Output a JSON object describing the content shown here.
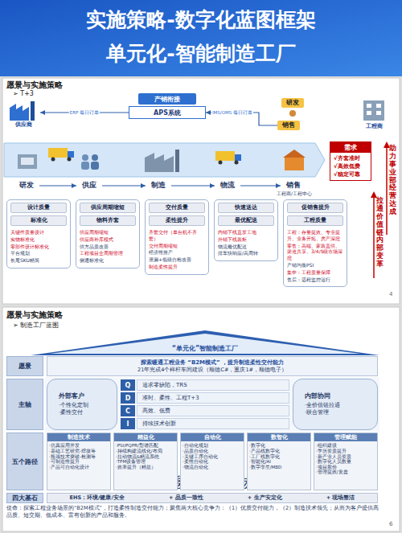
{
  "diagram": {
    "title": "实施策略-数字化蓝图框架",
    "nodes": [
      {
        "text": [
          "供应商"
        ]
      },
      {
        "text": [
          "产销衔接"
        ]
      },
      {
        "text": [
          "APS系统"
        ]
      },
      {
        "text": [
          "研发"
        ]
      },
      {
        "text": [
          "销售"
        ]
      },
      {
        "text": [
          "工程商"
        ]
      },
      {
        "text": [
          "需求",
          "√齐套准时",
          "√高效低费",
          "√稳定可靠"
        ]
      },
      {
        "text": [
          "研发"
        ]
      },
      {
        "text": [
          "供应"
        ]
      },
      {
        "text": [
          "制造"
        ]
      },
      {
        "text": [
          "物流"
        ]
      },
      {
        "text": [
          "销售"
        ]
      },
      {
        "text": [
          "关键件质量设计",
          "实物标准化",
          "零部件设计标准化",
          "平台规划",
          "长尾SKU精简"
        ]
      },
      {
        "text": [
          "设计质量"
        ],
        "in": 12
      },
      {
        "text": [
          "标准化"
        ],
        "in": 12
      },
      {
        "text": [
          "供应周期缩短",
          "供应商补库模式",
          "供方品质改善",
          "工程项目全周期管理",
          "侧通标准化"
        ]
      },
      {
        "text": [
          "供应周期缩短"
        ],
        "in": 15
      },
      {
        "text": [
          "物料齐套"
        ],
        "in": 15
      },
      {
        "text": [
          "齐套交付（单台机不齐套）",
          "交付周期缩短",
          "经济性推产",
          "泄漏+低级自检改善",
          "制造柔性提升"
        ]
      },
      {
        "text": [
          "交付质量"
        ],
        "in": 18
      },
      {
        "text": [
          "柔性提升"
        ],
        "in": 18
      },
      {
        "text": [
          "内销下线直发工地",
          "外销下线装柜",
          "物流最优配送",
          "排车快响应/高周转"
        ]
      },
      {
        "text": [
          "快速送达"
        ],
        "in": 21
      },
      {
        "text": [
          "最优配送"
        ],
        "in": 21
      },
      {
        "text": [
          "工程：存量提效、专业提升、业务开拓、房产深挖",
          "零售：高端、家装直供、渠道共享、3/4/5级市场深挖",
          "产销均衡PSI",
          "集中：工程质量保障",
          "售后：远程监控运行"
        ]
      },
      {
        "text": [
          "促销售提升"
        ],
        "in": 24
      },
      {
        "text": [
          "工程质量"
        ],
        "in": 24
      },
      {
        "text": [
          "“单元化”智能制造工厂"
        ]
      },
      {
        "text": [
          "愿景"
        ]
      },
      {
        "text": [
          "探索暖通工程业务 “B2M模式” ，提升制造柔性交付能力",
          "21年完成4个样杆车间建设（顺德C#，重庆1#，顺德电子）"
        ]
      },
      {
        "text": [
          "主轴"
        ]
      },
      {
        "text": [
          "外部客户",
          "·个性化定制",
          "·柔性交付"
        ]
      },
      {
        "text": [
          "Q"
        ]
      },
      {
        "text": [
          "追求零缺陷，TRS"
        ]
      },
      {
        "text": [
          "D"
        ]
      },
      {
        "text": [
          "准时、柔性、工程T+3"
        ]
      },
      {
        "text": [
          "C"
        ]
      },
      {
        "text": [
          "高效、低费"
        ]
      },
      {
        "text": [
          "I"
        ]
      },
      {
        "text": [
          "持续技术创新"
        ]
      },
      {
        "text": [
          "内部协同",
          "·全价值链拉通",
          "·联合管理"
        ]
      },
      {
        "text": [
          "五个路径"
        ]
      },
      {
        "text": [
          "制造技术",
          "·仿真应用开发",
          "·基础工艺研究-焊接等",
          "·瓶颈技术突破-检测等",
          "·可制造性提升",
          "·产品可自动化设计"
        ]
      },
      {
        "text": [
          "精益化",
          "·PSI/PQPR/型谱匹配",
          "·持续构建流线化/布局",
          "·拉动物流&精流系统",
          "·TPM设备管理",
          "·效率提升（精益）"
        ]
      },
      {
        "text": [
          "自动化",
          "·自动化规划",
          "·品质自动化",
          "·关键工序自动化",
          "·柔性自动化",
          "·物流自动化"
        ]
      },
      {
        "text": [
          "数智化",
          "·数字化",
          "·产品线数字化",
          "·工厂线数字化",
          "·智能化/AI",
          "·数字孪生/MBD"
        ]
      },
      {
        "text": [
          "管理赋能",
          "·组织建设",
          "·学历资质提升",
          "·新产业人员资质",
          "·数字化人员数量",
          "·项目股份",
          "·管理提效/复盘"
        ]
      },
      {
        "text": [
          "四大基石"
        ]
      },
      {
        "text": [
          "EHS：环境/健康/安全",
          "+ 品质一致性",
          "+ 生产安定化",
          "+ 现场整洁"
        ]
      }
    ],
    "edges": [
      {
        "from": 2,
        "to": 0,
        "label": "ERP 每日订单",
        "arrow": "to"
      },
      {
        "from": 4,
        "to": 2,
        "label": "IMS/OMS 每日订单",
        "arrow": "to"
      },
      {
        "from": 7,
        "to": 8,
        "arrow": "to"
      },
      {
        "from": 8,
        "to": 9,
        "arrow": "to"
      },
      {
        "from": 9,
        "to": 10,
        "arrow": "to"
      },
      {
        "from": 10,
        "to": 11,
        "arrow": "to"
      }
    ],
    "labels": [
      "单元化-智能制造工厂",
      "愿景与实施策略",
      "➢ T+3",
      "拉通价值链内部变革",
      "助力事业部经营达成",
      "工程商/工程中心",
      "4",
      "愿景与实施策略",
      "➢ 制造工厂蓝图",
      "JXM(联合管理) 等六项专题",
      "使命：探索工程业务场景的“B2M模式”，打造柔性制造交付能力；聚焦两大核心竞争力：（1）优质交付能力，（2）制造技术领先；从而为客户提供高品质、短交期、低成本、富有创新的产品和服务。",
      "6"
    ]
  }
}
